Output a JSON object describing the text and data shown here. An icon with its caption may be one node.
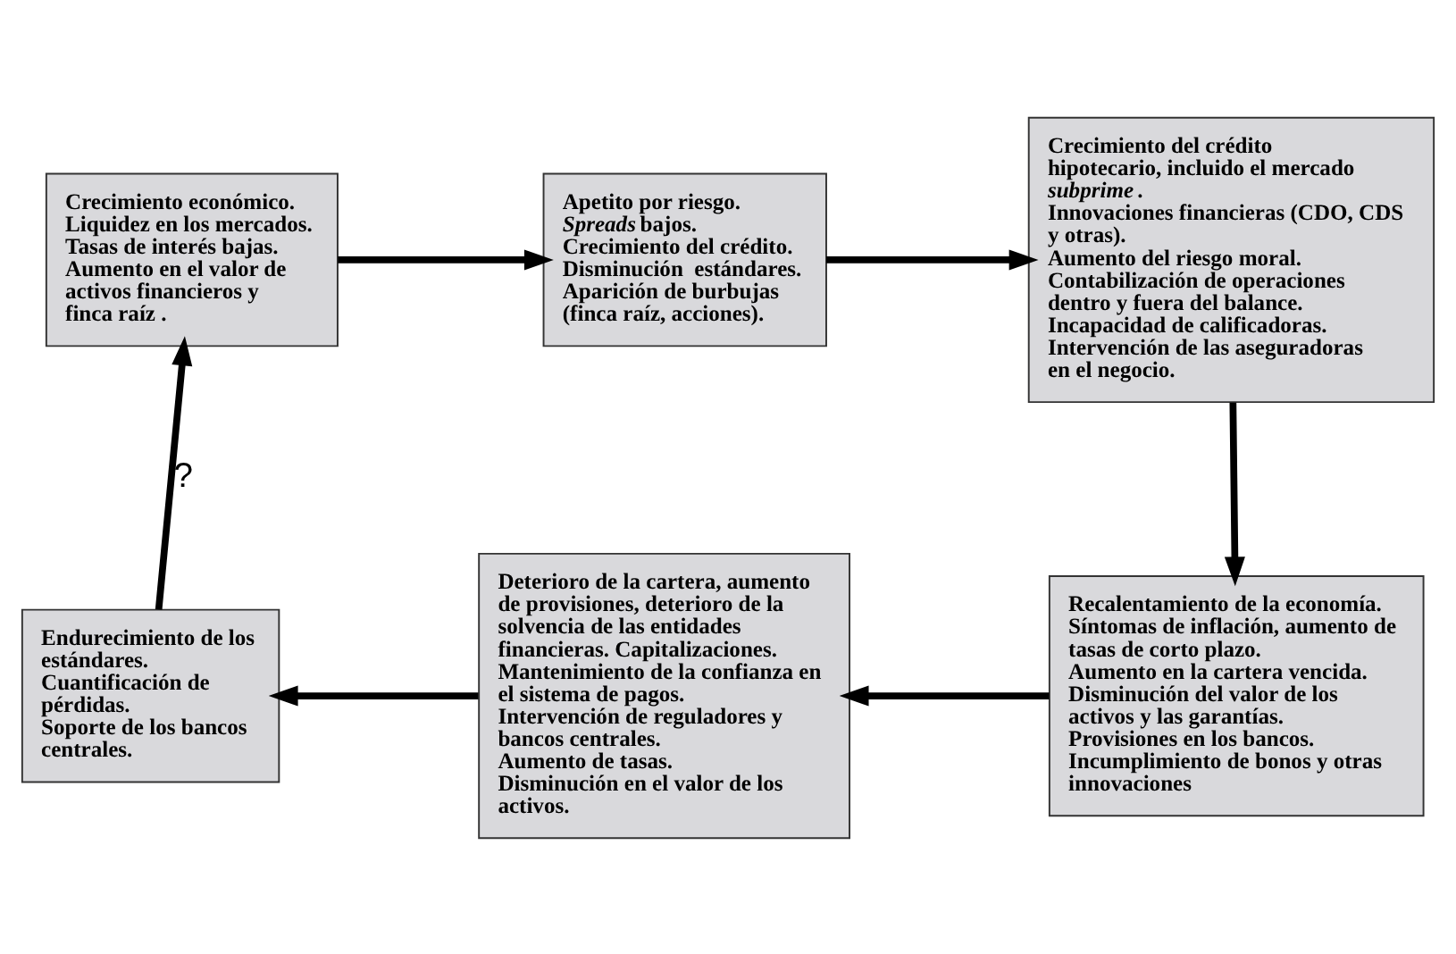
{
  "diagram": {
    "nodes": [
      {
        "text": [
          "Crecimiento económico.",
          "Liquidez en los mercados.",
          "Tasas de interés bajas.",
          "Aumento en el valor de activos financieros y finca raíz ."
        ]
      },
      {
        "text": [
          "Apetito por riesgo.",
          "*Spreads* bajos.",
          "Crecimiento del crédito.",
          "Disminución  estándares.",
          "Aparición de burbujas (finca raíz, acciones)."
        ]
      },
      {
        "text": [
          "Crecimiento del crédito hipotecario, incluido el mercado *subprime*.",
          "Innovaciones financieras (CDO, CDS y otras).",
          "Aumento del riesgo moral.",
          "Contabilización de operaciones dentro y fuera del balance.",
          "Incapacidad de calificadoras.",
          "Intervención de las aseguradoras en el negocio."
        ]
      },
      {
        "text": [
          "Recalentamiento de la economía.",
          "Síntomas de inflación, aumento de tasas de corto plazo.",
          "Aumento en la cartera vencida.",
          "Disminución del valor de los activos y las garantías.",
          "Provisiones en los bancos.",
          "Incumplimiento de bonos y otras innovaciones"
        ]
      },
      {
        "text": [
          "Deterioro de la cartera, aumento de provisiones, deterioro de la solvencia de las entidades financieras. Capitalizaciones.",
          "Mantenimiento de la confianza en el sistema de pagos.",
          "Intervención de reguladores y bancos centrales.",
          "Aumento de tasas.",
          "Disminución en el valor de los activos."
        ]
      },
      {
        "text": [
          "Endurecimiento de los estándares.",
          "Cuantificación de pérdidas.",
          "Soporte de los bancos centrales."
        ]
      }
    ],
    "edges": [
      {
        "from": 0,
        "to": 1,
        "arrow": "to"
      },
      {
        "from": 1,
        "to": 2,
        "arrow": "to"
      },
      {
        "from": 2,
        "to": 3,
        "arrow": "to"
      },
      {
        "from": 3,
        "to": 4,
        "arrow": "to"
      },
      {
        "from": 4,
        "to": 5,
        "arrow": "to"
      },
      {
        "from": 5,
        "to": 0,
        "arrow": "to",
        "label": "?"
      }
    ]
  }
}
